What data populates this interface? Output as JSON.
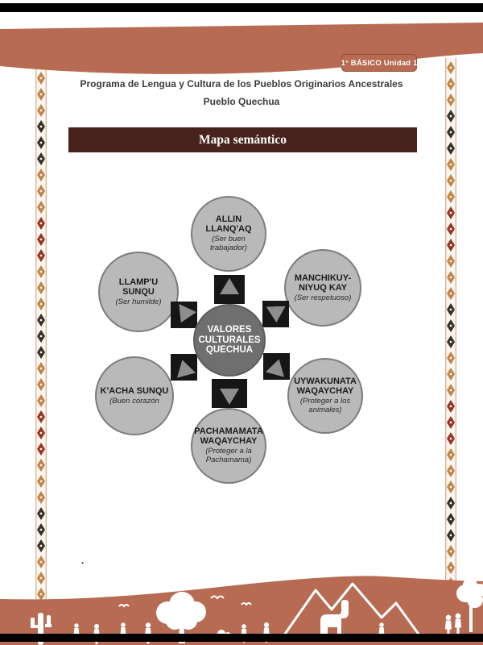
{
  "colors": {
    "terracotta": "#b66b52",
    "banner-maroon": "#48231d",
    "node-gray": "#b9b9b9",
    "node-border": "#7c7c7c",
    "center-gray": "#6f6f6f",
    "arrow-black": "#161616",
    "arrow-tri": "#8d8d8d",
    "text-dark": "#3c3c3c"
  },
  "page": {
    "unit_badge": "1° BÁSICO Unidad 1",
    "header_line1": "Programa de Lengua y Cultura de los Pueblos Originarios Ancestrales",
    "header_line2": "Pueblo Quechua",
    "section_title": "Mapa semántico",
    "stray_mark": "."
  },
  "diagram": {
    "center": {
      "title": "VALORES CULTURALES QUECHUA"
    },
    "nodes": [
      {
        "title": "ALLIN LLANQ'AQ",
        "subtitle": "(Ser buen trabajador)"
      },
      {
        "title": "LLAMP'U SUNQU",
        "subtitle": "(Ser humilde)"
      },
      {
        "title": "MANCHIKUY-NIYUQ KAY",
        "subtitle": "(Ser respetuoso)"
      },
      {
        "title": "K'ACHA SUNQU",
        "subtitle": "(Buen corazón"
      },
      {
        "title": "UYWAKUNATA WAQAYCHAY",
        "subtitle": "(Proteger a los animales)"
      },
      {
        "title": "PACHAMAMATA WAQAYCHAY",
        "subtitle": "(Proteger a la Pachamama)"
      }
    ]
  }
}
